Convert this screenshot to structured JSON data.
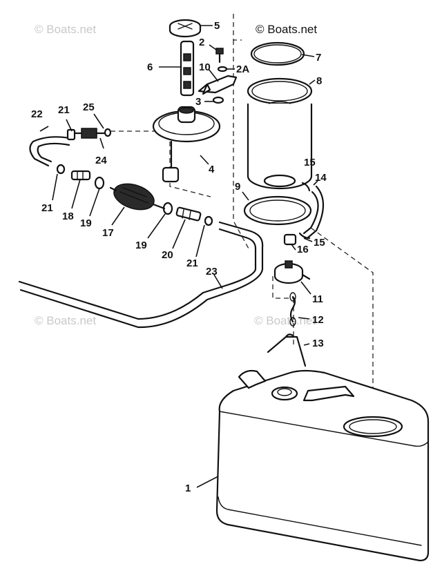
{
  "watermarks": {
    "top_left": "© Boats.net",
    "top_right": "© Boats.net",
    "mid_left": "© Boats.net",
    "mid_right": "© Boats.net"
  },
  "callouts": {
    "c1": "1",
    "c2": "2",
    "c2a": "2A",
    "c3": "3",
    "c4": "4",
    "c5": "5",
    "c6": "6",
    "c7": "7",
    "c8": "8",
    "c9": "9",
    "c10": "10",
    "c11": "11",
    "c12": "12",
    "c13": "13",
    "c14": "14",
    "c15a": "15",
    "c15b": "15",
    "c16": "16",
    "c17": "17",
    "c18": "18",
    "c19a": "19",
    "c19b": "19",
    "c20": "20",
    "c21a": "21",
    "c21b": "21",
    "c21c": "21",
    "c22": "22",
    "c23": "23",
    "c24": "24",
    "c25": "25"
  }
}
